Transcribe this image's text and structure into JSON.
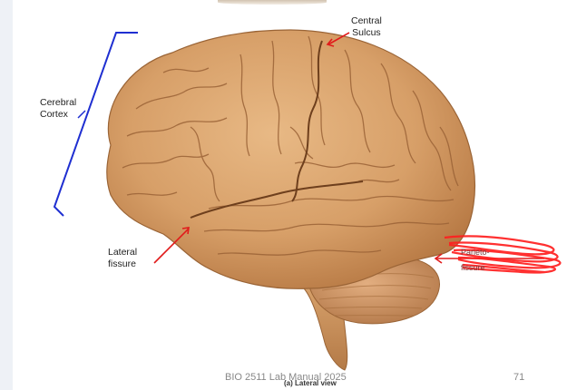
{
  "labels": {
    "cerebral_cortex_line1": "Cerebral",
    "cerebral_cortex_line2": "Cortex",
    "central_sulcus_line1": "Central",
    "central_sulcus_line2": "Sulcus",
    "lateral_fissure_line1": "Lateral",
    "lateral_fissure_line2": "fissure",
    "parieto_line1": "Parieto-",
    "parieto_line2": "fissure",
    "view_caption": "(a) Lateral view"
  },
  "footer": {
    "manual": "BIO 2511 Lab Manual 2025",
    "page_number": "71"
  },
  "colors": {
    "bracket": "#1f2fd1",
    "arrow": "#e11b1b",
    "scribble": "#ff1f1f",
    "brain": "#d9a56f",
    "brain_shadow": "#a8703f",
    "cerebellum": "#cf9a67",
    "brainstem": "#c8935f"
  },
  "icons": {
    "brain": "brain-image",
    "arrow": "red-arrow-icon",
    "bracket": "blue-bracket"
  }
}
